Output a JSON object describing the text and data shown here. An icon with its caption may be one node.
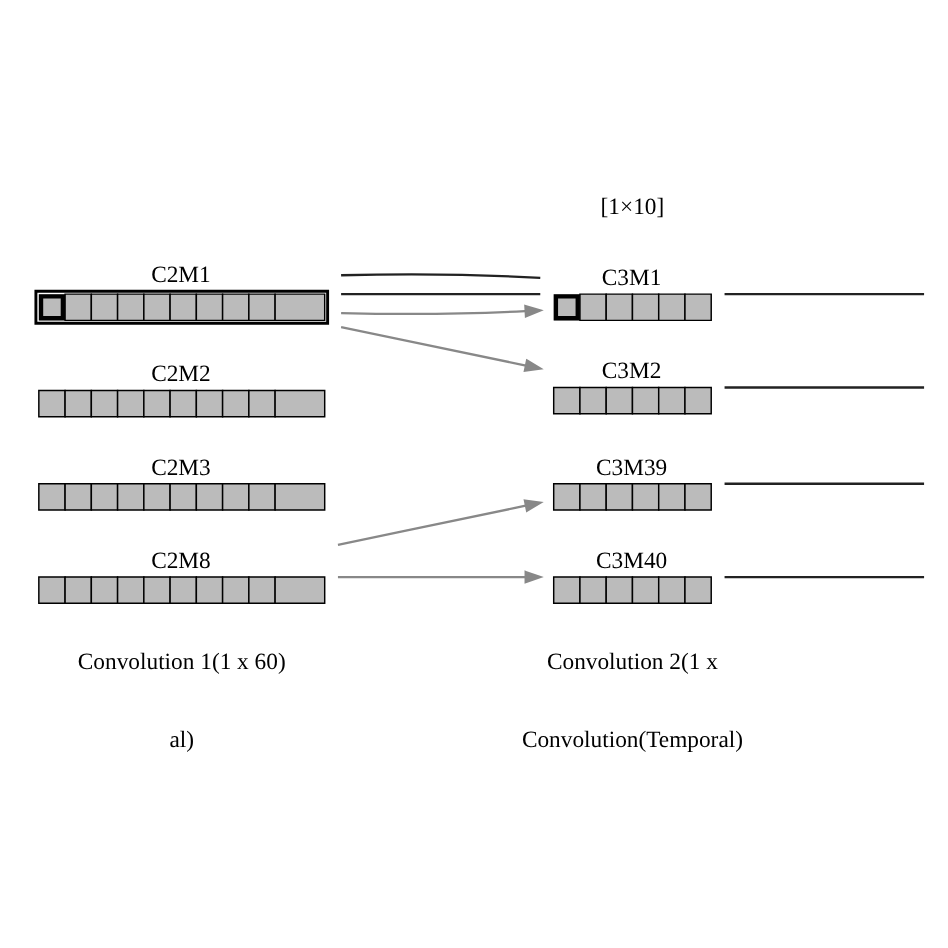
{
  "diagram": {
    "nodes": [
      {
        "text": [
          "C2M1"
        ]
      },
      {
        "text": [
          "C2M2"
        ]
      },
      {
        "text": [
          "C2M3"
        ]
      },
      {
        "text": [
          "C2M8"
        ]
      },
      {
        "text": [
          "C3M1"
        ]
      },
      {
        "text": [
          "C3M2"
        ]
      },
      {
        "text": [
          "C3M39"
        ]
      },
      {
        "text": [
          "C3M40"
        ]
      }
    ],
    "edges": [
      {
        "from": 0,
        "to": 4,
        "arrow": "to",
        "color": "#888888"
      },
      {
        "from": 0,
        "to": 4,
        "arrow": "none"
      },
      {
        "from": 0,
        "to": 4,
        "arrow": "none"
      },
      {
        "from": 0,
        "to": 5,
        "arrow": "to",
        "color": "#888888"
      },
      {
        "from": 3,
        "to": 6,
        "arrow": "to",
        "color": "#888888"
      },
      {
        "from": 3,
        "to": 7,
        "arrow": "to",
        "color": "#888888"
      },
      {
        "from": 4,
        "to": null,
        "arrow": "none"
      },
      {
        "from": 5,
        "to": null,
        "arrow": "none"
      },
      {
        "from": 6,
        "to": null,
        "arrow": "none"
      },
      {
        "from": 7,
        "to": null,
        "arrow": "none"
      }
    ],
    "labels": [
      "[1×10]",
      "Convolution 1(1 x 60)",
      "Convolution 2(1 x",
      "al)",
      "Convolution(Temporal)"
    ]
  }
}
